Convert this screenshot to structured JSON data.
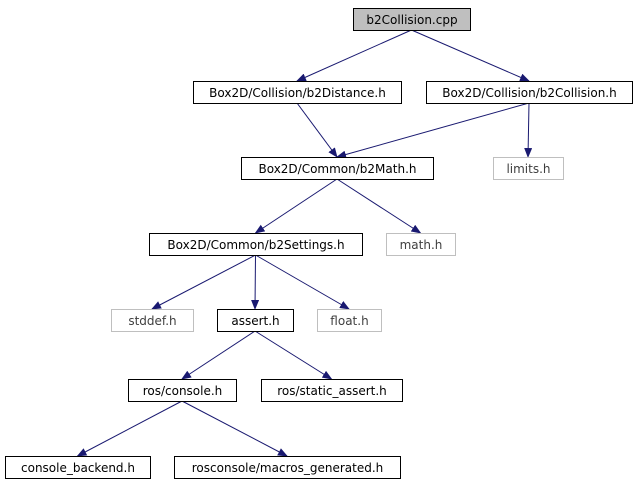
{
  "colors": {
    "edge": "#191970",
    "root_fill": "#bfbfbf",
    "node_fill": "#ffffff",
    "external_border": "#bfbfbf",
    "border": "#000000"
  },
  "graph": {
    "nodes": [
      {
        "id": "b2collision-cpp",
        "label": "b2Collision.cpp",
        "kind": "root"
      },
      {
        "id": "b2distance-h",
        "label": "Box2D/Collision/b2Distance.h",
        "kind": "header"
      },
      {
        "id": "b2collision-h",
        "label": "Box2D/Collision/b2Collision.h",
        "kind": "header"
      },
      {
        "id": "b2math-h",
        "label": "Box2D/Common/b2Math.h",
        "kind": "header"
      },
      {
        "id": "limits-h",
        "label": "limits.h",
        "kind": "external"
      },
      {
        "id": "b2settings-h",
        "label": "Box2D/Common/b2Settings.h",
        "kind": "header"
      },
      {
        "id": "math-h",
        "label": "math.h",
        "kind": "external"
      },
      {
        "id": "stddef-h",
        "label": "stddef.h",
        "kind": "external"
      },
      {
        "id": "assert-h",
        "label": "assert.h",
        "kind": "header"
      },
      {
        "id": "float-h",
        "label": "float.h",
        "kind": "external"
      },
      {
        "id": "ros-console-h",
        "label": "ros/console.h",
        "kind": "header"
      },
      {
        "id": "ros-static-assert-h",
        "label": "ros/static_assert.h",
        "kind": "header"
      },
      {
        "id": "console-backend-h",
        "label": "console_backend.h",
        "kind": "header"
      },
      {
        "id": "rosconsole-macros-generated-h",
        "label": "rosconsole/macros_generated.h",
        "kind": "header"
      }
    ],
    "edges": [
      {
        "from": "b2collision-cpp",
        "to": "b2distance-h"
      },
      {
        "from": "b2collision-cpp",
        "to": "b2collision-h"
      },
      {
        "from": "b2distance-h",
        "to": "b2math-h"
      },
      {
        "from": "b2collision-h",
        "to": "b2math-h"
      },
      {
        "from": "b2collision-h",
        "to": "limits-h"
      },
      {
        "from": "b2math-h",
        "to": "b2settings-h"
      },
      {
        "from": "b2math-h",
        "to": "math-h"
      },
      {
        "from": "b2settings-h",
        "to": "stddef-h"
      },
      {
        "from": "b2settings-h",
        "to": "assert-h"
      },
      {
        "from": "b2settings-h",
        "to": "float-h"
      },
      {
        "from": "assert-h",
        "to": "ros-console-h"
      },
      {
        "from": "assert-h",
        "to": "ros-static-assert-h"
      },
      {
        "from": "ros-console-h",
        "to": "console-backend-h"
      },
      {
        "from": "ros-console-h",
        "to": "rosconsole-macros-generated-h"
      }
    ]
  }
}
